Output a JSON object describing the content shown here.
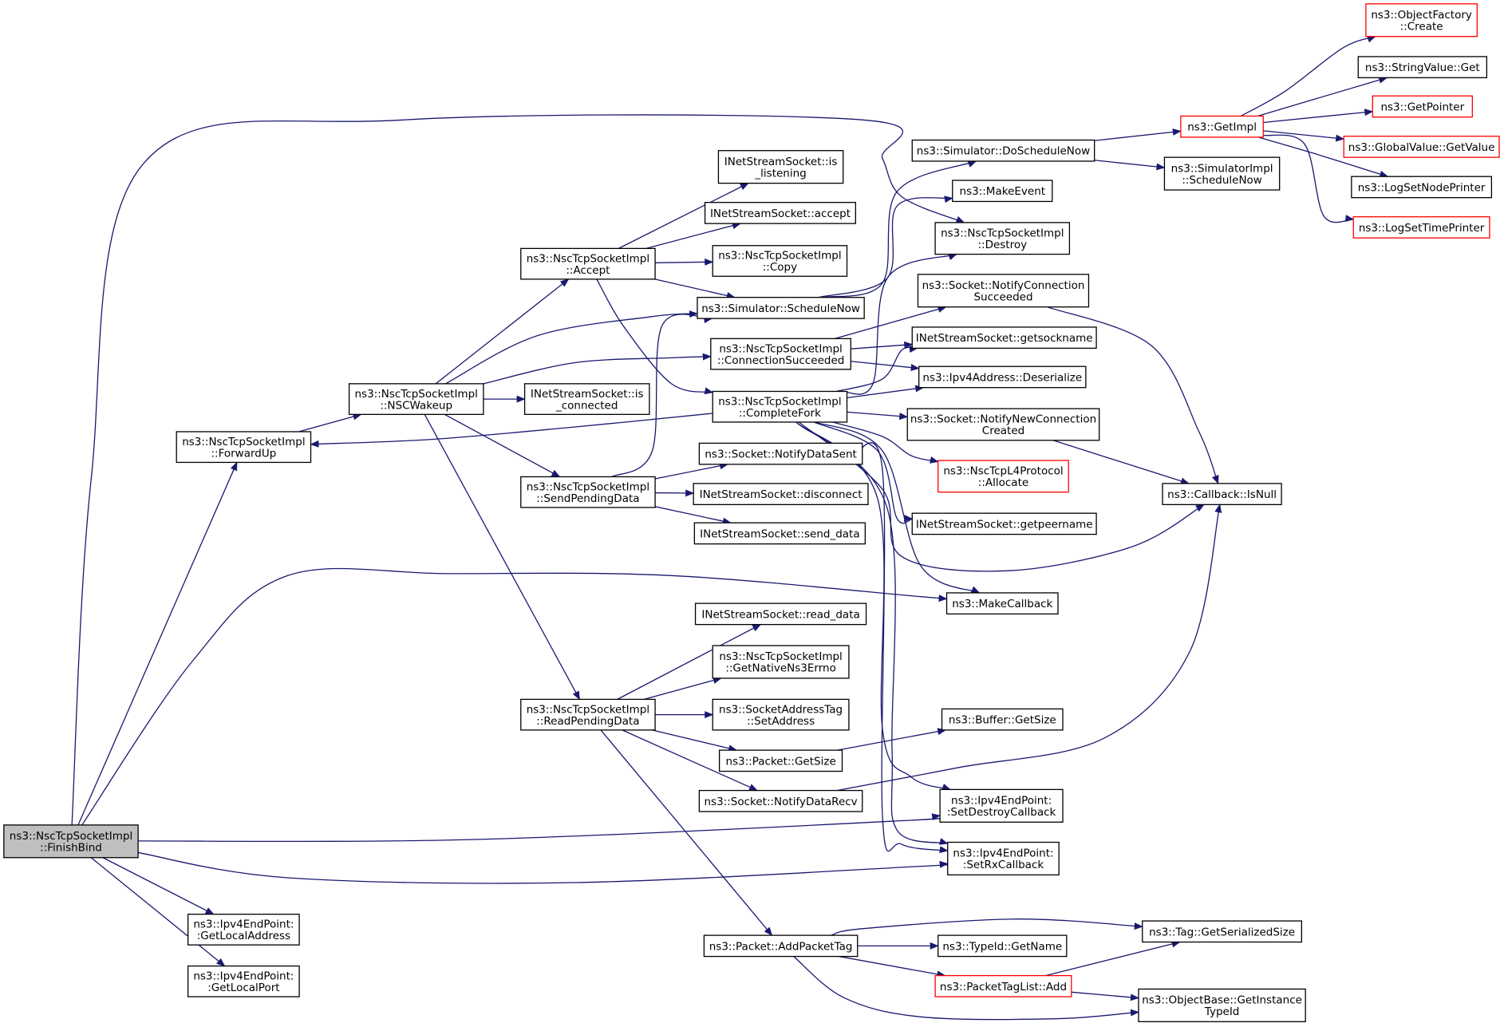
{
  "colors": {
    "edge": "#191970",
    "root_fill": "#bfbfbf",
    "red_border": "#ff0000"
  },
  "nodes": {
    "FinishBind": {
      "l1": "ns3::NscTcpSocketImpl",
      "l2": "::FinishBind",
      "style": "root"
    },
    "ForwardUp": {
      "l1": "ns3::NscTcpSocketImpl",
      "l2": "::ForwardUp"
    },
    "GetLocalAddress": {
      "l1": "ns3::Ipv4EndPoint:",
      "l2": ":GetLocalAddress"
    },
    "GetLocalPort": {
      "l1": "ns3::Ipv4EndPoint:",
      "l2": ":GetLocalPort"
    },
    "NSCWakeup": {
      "l1": "ns3::NscTcpSocketImpl",
      "l2": "::NSCWakeup"
    },
    "Accept": {
      "l1": "ns3::NscTcpSocketImpl",
      "l2": "::Accept"
    },
    "SendPendingData": {
      "l1": "ns3::NscTcpSocketImpl",
      "l2": "::SendPendingData"
    },
    "ReadPendingData": {
      "l1": "ns3::NscTcpSocketImpl",
      "l2": "::ReadPendingData"
    },
    "isConnected": {
      "l1": "INetStreamSocket::is",
      "l2": "_connected"
    },
    "isListening": {
      "l1": "INetStreamSocket::is",
      "l2": "_listening"
    },
    "accept": {
      "l1": "INetStreamSocket::accept"
    },
    "Copy": {
      "l1": "ns3::NscTcpSocketImpl",
      "l2": "::Copy"
    },
    "ScheduleNow": {
      "l1": "ns3::Simulator::ScheduleNow"
    },
    "ConnectionSucceeded": {
      "l1": "ns3::NscTcpSocketImpl",
      "l2": "::ConnectionSucceeded"
    },
    "CompleteFork": {
      "l1": "ns3::NscTcpSocketImpl",
      "l2": "::CompleteFork"
    },
    "NotifyDataSent": {
      "l1": "ns3::Socket::NotifyDataSent"
    },
    "disconnect": {
      "l1": "INetStreamSocket::disconnect"
    },
    "send_data": {
      "l1": "INetStreamSocket::send_data"
    },
    "read_data": {
      "l1": "INetStreamSocket::read_data"
    },
    "GetNativeNs3Errno": {
      "l1": "ns3::NscTcpSocketImpl",
      "l2": "::GetNativeNs3Errno"
    },
    "SetAddress": {
      "l1": "ns3::SocketAddressTag",
      "l2": "::SetAddress"
    },
    "PacketGetSize": {
      "l1": "ns3::Packet::GetSize"
    },
    "NotifyDataRecv": {
      "l1": "ns3::Socket::NotifyDataRecv"
    },
    "AddPacketTag": {
      "l1": "ns3::Packet::AddPacketTag"
    },
    "DoScheduleNow": {
      "l1": "ns3::Simulator::DoScheduleNow"
    },
    "MakeEvent": {
      "l1": "ns3::MakeEvent"
    },
    "Destroy": {
      "l1": "ns3::NscTcpSocketImpl",
      "l2": "::Destroy"
    },
    "NotifyConnectionSucceeded": {
      "l1": "ns3::Socket::NotifyConnection",
      "l2": "Succeeded"
    },
    "getsockname": {
      "l1": "INetStreamSocket::getsockname"
    },
    "Deserialize": {
      "l1": "ns3::Ipv4Address::Deserialize"
    },
    "NotifyNewConnectionCreated": {
      "l1": "ns3::Socket::NotifyNewConnection",
      "l2": "Created"
    },
    "Allocate": {
      "l1": "ns3::NscTcpL4Protocol",
      "l2": "::Allocate",
      "style": "red"
    },
    "getpeername": {
      "l1": "INetStreamSocket::getpeername"
    },
    "MakeCallback": {
      "l1": "ns3::MakeCallback"
    },
    "BufferGetSize": {
      "l1": "ns3::Buffer::GetSize"
    },
    "SetDestroyCallback": {
      "l1": "ns3::Ipv4EndPoint:",
      "l2": ":SetDestroyCallback"
    },
    "SetRxCallback": {
      "l1": "ns3::Ipv4EndPoint:",
      "l2": ":SetRxCallback"
    },
    "TypeIdGetName": {
      "l1": "ns3::TypeId::GetName"
    },
    "PacketTagListAdd": {
      "l1": "ns3::PacketTagList::Add",
      "style": "red"
    },
    "GetImpl": {
      "l1": "ns3::GetImpl",
      "style": "red"
    },
    "SimulatorImplScheduleNow": {
      "l1": "ns3::SimulatorImpl",
      "l2": "::ScheduleNow"
    },
    "IsNull": {
      "l1": "ns3::Callback::IsNull"
    },
    "GetSerializedSize": {
      "l1": "ns3::Tag::GetSerializedSize"
    },
    "GetInstanceTypeId": {
      "l1": "ns3::ObjectBase::GetInstance",
      "l2": "TypeId"
    },
    "ObjectFactoryCreate": {
      "l1": "ns3::ObjectFactory",
      "l2": "::Create",
      "style": "red"
    },
    "StringValueGet": {
      "l1": "ns3::StringValue::Get"
    },
    "GetPointer": {
      "l1": "ns3::GetPointer",
      "style": "red"
    },
    "GlobalValueGetValue": {
      "l1": "ns3::GlobalValue::GetValue",
      "style": "red"
    },
    "LogSetNodePrinter": {
      "l1": "ns3::LogSetNodePrinter"
    },
    "LogSetTimePrinter": {
      "l1": "ns3::LogSetTimePrinter",
      "style": "red"
    }
  },
  "edges": [
    [
      "FinishBind",
      "ForwardUp"
    ],
    [
      "FinishBind",
      "Destroy"
    ],
    [
      "FinishBind",
      "MakeCallback"
    ],
    [
      "FinishBind",
      "SetDestroyCallback"
    ],
    [
      "FinishBind",
      "SetRxCallback"
    ],
    [
      "FinishBind",
      "GetLocalAddress"
    ],
    [
      "FinishBind",
      "GetLocalPort"
    ],
    [
      "ForwardUp",
      "NSCWakeup"
    ],
    [
      "NSCWakeup",
      "Accept"
    ],
    [
      "NSCWakeup",
      "ScheduleNow"
    ],
    [
      "NSCWakeup",
      "ConnectionSucceeded"
    ],
    [
      "NSCWakeup",
      "isConnected"
    ],
    [
      "NSCWakeup",
      "SendPendingData"
    ],
    [
      "NSCWakeup",
      "ReadPendingData"
    ],
    [
      "Accept",
      "isListening"
    ],
    [
      "Accept",
      "accept"
    ],
    [
      "Accept",
      "Copy"
    ],
    [
      "Accept",
      "ScheduleNow"
    ],
    [
      "Accept",
      "CompleteFork"
    ],
    [
      "SendPendingData",
      "ScheduleNow"
    ],
    [
      "SendPendingData",
      "NotifyDataSent"
    ],
    [
      "SendPendingData",
      "disconnect"
    ],
    [
      "SendPendingData",
      "send_data"
    ],
    [
      "ReadPendingData",
      "read_data"
    ],
    [
      "ReadPendingData",
      "GetNativeNs3Errno"
    ],
    [
      "ReadPendingData",
      "SetAddress"
    ],
    [
      "ReadPendingData",
      "PacketGetSize"
    ],
    [
      "ReadPendingData",
      "NotifyDataRecv"
    ],
    [
      "ReadPendingData",
      "AddPacketTag"
    ],
    [
      "ScheduleNow",
      "DoScheduleNow"
    ],
    [
      "ScheduleNow",
      "MakeEvent"
    ],
    [
      "ConnectionSucceeded",
      "NotifyConnectionSucceeded"
    ],
    [
      "ConnectionSucceeded",
      "getsockname"
    ],
    [
      "ConnectionSucceeded",
      "Deserialize"
    ],
    [
      "CompleteFork",
      "ForwardUp"
    ],
    [
      "CompleteFork",
      "Destroy"
    ],
    [
      "CompleteFork",
      "getsockname"
    ],
    [
      "CompleteFork",
      "Deserialize"
    ],
    [
      "CompleteFork",
      "NotifyNewConnectionCreated"
    ],
    [
      "CompleteFork",
      "Allocate"
    ],
    [
      "CompleteFork",
      "getpeername"
    ],
    [
      "CompleteFork",
      "IsNull"
    ],
    [
      "CompleteFork",
      "MakeCallback"
    ],
    [
      "CompleteFork",
      "SetDestroyCallback"
    ],
    [
      "CompleteFork",
      "SetRxCallback"
    ],
    [
      "NotifyDataSent",
      "SetRxCallback"
    ],
    [
      "PacketGetSize",
      "BufferGetSize"
    ],
    [
      "NotifyDataRecv",
      "IsNull"
    ],
    [
      "AddPacketTag",
      "GetSerializedSize"
    ],
    [
      "AddPacketTag",
      "TypeIdGetName"
    ],
    [
      "AddPacketTag",
      "PacketTagListAdd"
    ],
    [
      "AddPacketTag",
      "GetInstanceTypeId"
    ],
    [
      "PacketTagListAdd",
      "GetSerializedSize"
    ],
    [
      "PacketTagListAdd",
      "GetInstanceTypeId"
    ],
    [
      "DoScheduleNow",
      "GetImpl"
    ],
    [
      "DoScheduleNow",
      "SimulatorImplScheduleNow"
    ],
    [
      "NotifyConnectionSucceeded",
      "IsNull"
    ],
    [
      "NotifyNewConnectionCreated",
      "IsNull"
    ],
    [
      "GetImpl",
      "ObjectFactoryCreate"
    ],
    [
      "GetImpl",
      "StringValueGet"
    ],
    [
      "GetImpl",
      "GetPointer"
    ],
    [
      "GetImpl",
      "GlobalValueGetValue"
    ],
    [
      "GetImpl",
      "LogSetNodePrinter"
    ],
    [
      "GetImpl",
      "LogSetTimePrinter"
    ]
  ]
}
